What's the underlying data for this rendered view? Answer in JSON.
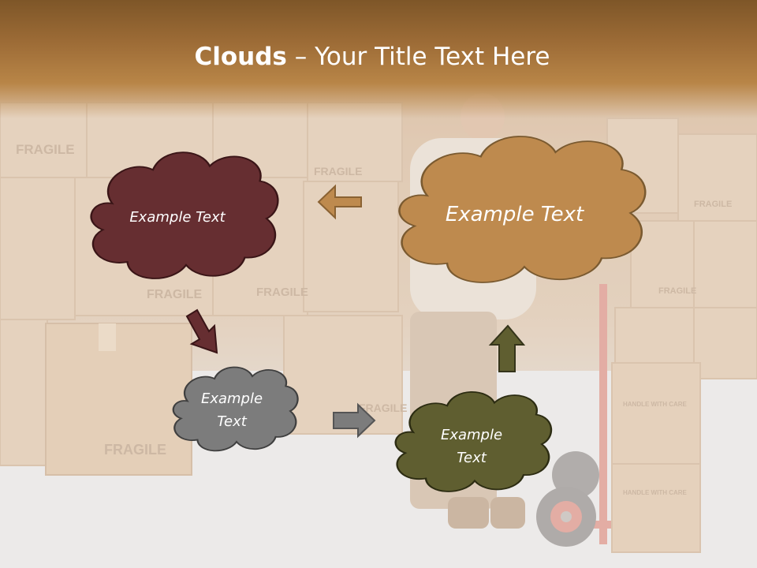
{
  "title": {
    "bold": "Clouds",
    "dash": " – ",
    "rest": "Your Title Text Here"
  },
  "clouds": [
    {
      "text": "Example Text",
      "color": "#662e31"
    },
    {
      "text": "Example Text",
      "color": "#be8a4e"
    },
    {
      "line1": "Example",
      "line2": "Text",
      "color": "#7c7c7c"
    },
    {
      "line1": "Example",
      "line2": "Text",
      "color": "#5f5e30"
    }
  ],
  "arrows": [
    {
      "direction": "left",
      "color": "#be8a4e"
    },
    {
      "direction": "down-right",
      "color": "#662e31"
    },
    {
      "direction": "right",
      "color": "#7c7c7c"
    },
    {
      "direction": "up",
      "color": "#5f5e30"
    }
  ],
  "photo": {
    "box_labels": [
      "FRAGILE",
      "FRAGILE",
      "FRAGILE",
      "FRAGILE",
      "FRAGILE",
      "FRAGILE",
      "FRAGILE",
      "FRAGILE",
      "HANDLE WITH CARE",
      "HANDLE WITH CARE"
    ]
  }
}
